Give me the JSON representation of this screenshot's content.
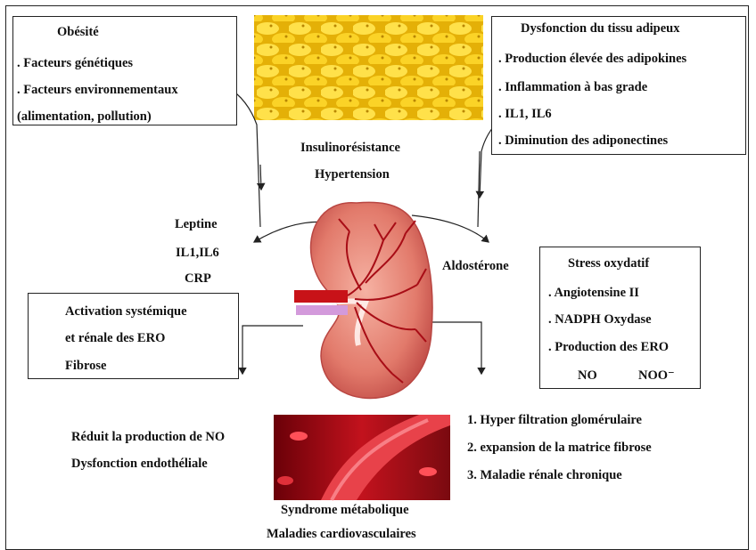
{
  "obesite": {
    "title": "Obésité",
    "items": [
      ". Facteurs génétiques",
      ". Facteurs environnementaux",
      "(alimentation, pollution)"
    ]
  },
  "dysfonction": {
    "title": "Dysfonction du tissu adipeux",
    "items": [
      ". Production élevée des adipokines",
      ". Inflammation à bas grade",
      ". IL1,  IL6",
      ". Diminution des adiponectines"
    ]
  },
  "center": {
    "insulin": "Insulinorésistance",
    "hypertension": "Hypertension"
  },
  "left_markers": [
    "Leptine",
    "IL1,IL6",
    "CRP"
  ],
  "aldosterone": "Aldostérone",
  "ero_box": {
    "line1": "Activation systémique",
    "line2": "et rénale des ERO",
    "line3": "Fibrose"
  },
  "stress_box": {
    "title": "Stress oxydatif",
    "items": [
      ". Angiotensine II",
      ". NADPH Oxydase",
      ". Production des ERO"
    ],
    "no": "NO",
    "noo": "NOO⁻"
  },
  "no_effects": [
    "Réduit la production de NO",
    "Dysfonction endothéliale"
  ],
  "renal": [
    "1. Hyper filtration glomérulaire",
    "2. expansion de la matrice fibrose",
    "3. Maladie rénale chronique"
  ],
  "bottom": [
    "Syndrome métabolique",
    "Maladies cardiovasculaires"
  ],
  "colors": {
    "arrow_red": "#e00000",
    "fat": "#f3c80c",
    "kidney": "#d9534f",
    "vessel": "#b2101a"
  },
  "icons": [
    "up-arrow-icon",
    "right-arrow-icon"
  ]
}
